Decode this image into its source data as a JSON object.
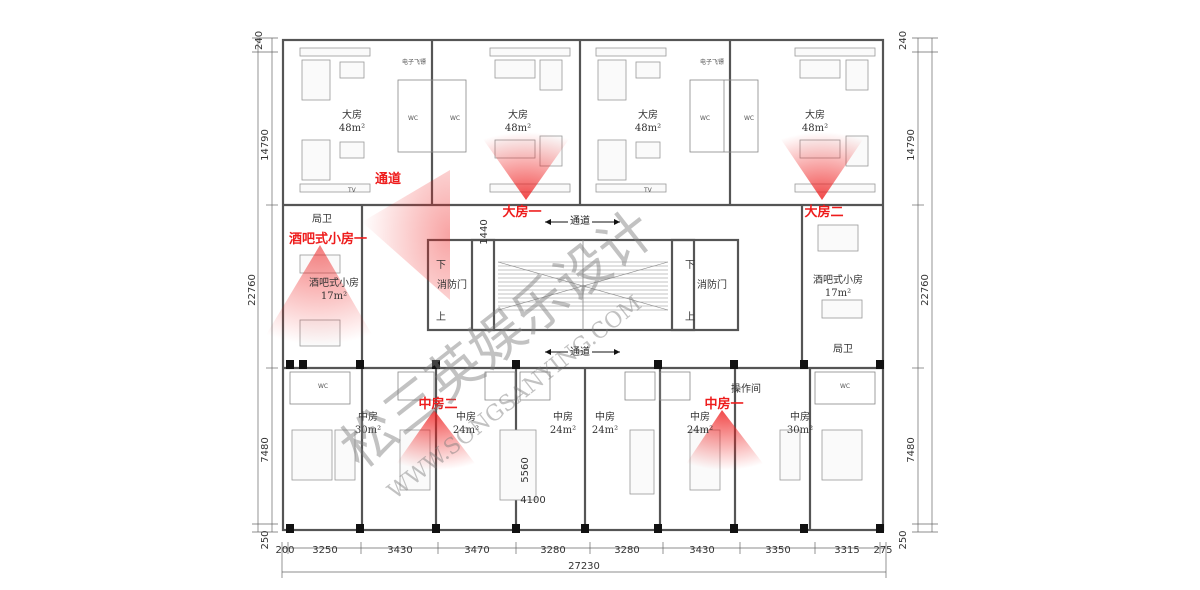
{
  "dimensions": {
    "top": [
      "240",
      "14790",
      "22760"
    ],
    "left": [
      "240",
      "14790",
      "22760",
      "7480",
      "250"
    ],
    "right": [
      "240",
      "14790",
      "22760",
      "7480",
      "250"
    ],
    "bottom_segments": [
      "200",
      "3250",
      "3430",
      "3470",
      "3280",
      "3280",
      "3430",
      "3350",
      "3315",
      "275"
    ],
    "bottom_total": "27230",
    "corridor_width": "1440",
    "center_inner_a": "5560",
    "center_inner_b": "4100"
  },
  "rooms": {
    "large_1": {
      "name": "大房",
      "area": "48m²"
    },
    "large_2": {
      "name": "大房",
      "area": "48m²"
    },
    "large_3": {
      "name": "大房",
      "area": "48m²"
    },
    "large_4": {
      "name": "大房",
      "area": "48m²"
    },
    "bar_left": {
      "name": "酒吧式小房",
      "area": "17m²"
    },
    "bar_right": {
      "name": "酒吧式小房",
      "area": "17m²"
    },
    "mid_1": {
      "name": "中房",
      "area": "30m²"
    },
    "mid_2": {
      "name": "中房",
      "area": "24m²"
    },
    "mid_3": {
      "name": "中房",
      "area": "24m²"
    },
    "mid_4": {
      "name": "中房",
      "area": "24m²"
    },
    "mid_5": {
      "name": "中房",
      "area": "24m²"
    },
    "mid_6": {
      "name": "中房",
      "area": "30m²"
    }
  },
  "labels": {
    "local_wc_top": "局卫",
    "local_wc_bottom": "局卫",
    "fire_door_left": "消防门",
    "fire_door_right": "消防门",
    "stair_down": "下",
    "stair_up": "上",
    "operation_room": "操作间",
    "wc": "WC",
    "tv": "TV",
    "elevator_note": "电子飞镖",
    "corridor_top": "通道",
    "corridor_mid": "通道",
    "corridor_bottom": "通道"
  },
  "callouts": {
    "big_1": "大房一",
    "big_2": "大房二",
    "bar_1": "酒吧式小房一",
    "mid_1": "中房一",
    "mid_2": "中房二",
    "corridor": "通道"
  },
  "watermark": {
    "cn": "松三英娱乐设计",
    "en": "WWW.SONGSANYING.COM"
  },
  "colors": {
    "accent": "#ee1c1c",
    "wall": "#555555",
    "column": "#111111"
  }
}
